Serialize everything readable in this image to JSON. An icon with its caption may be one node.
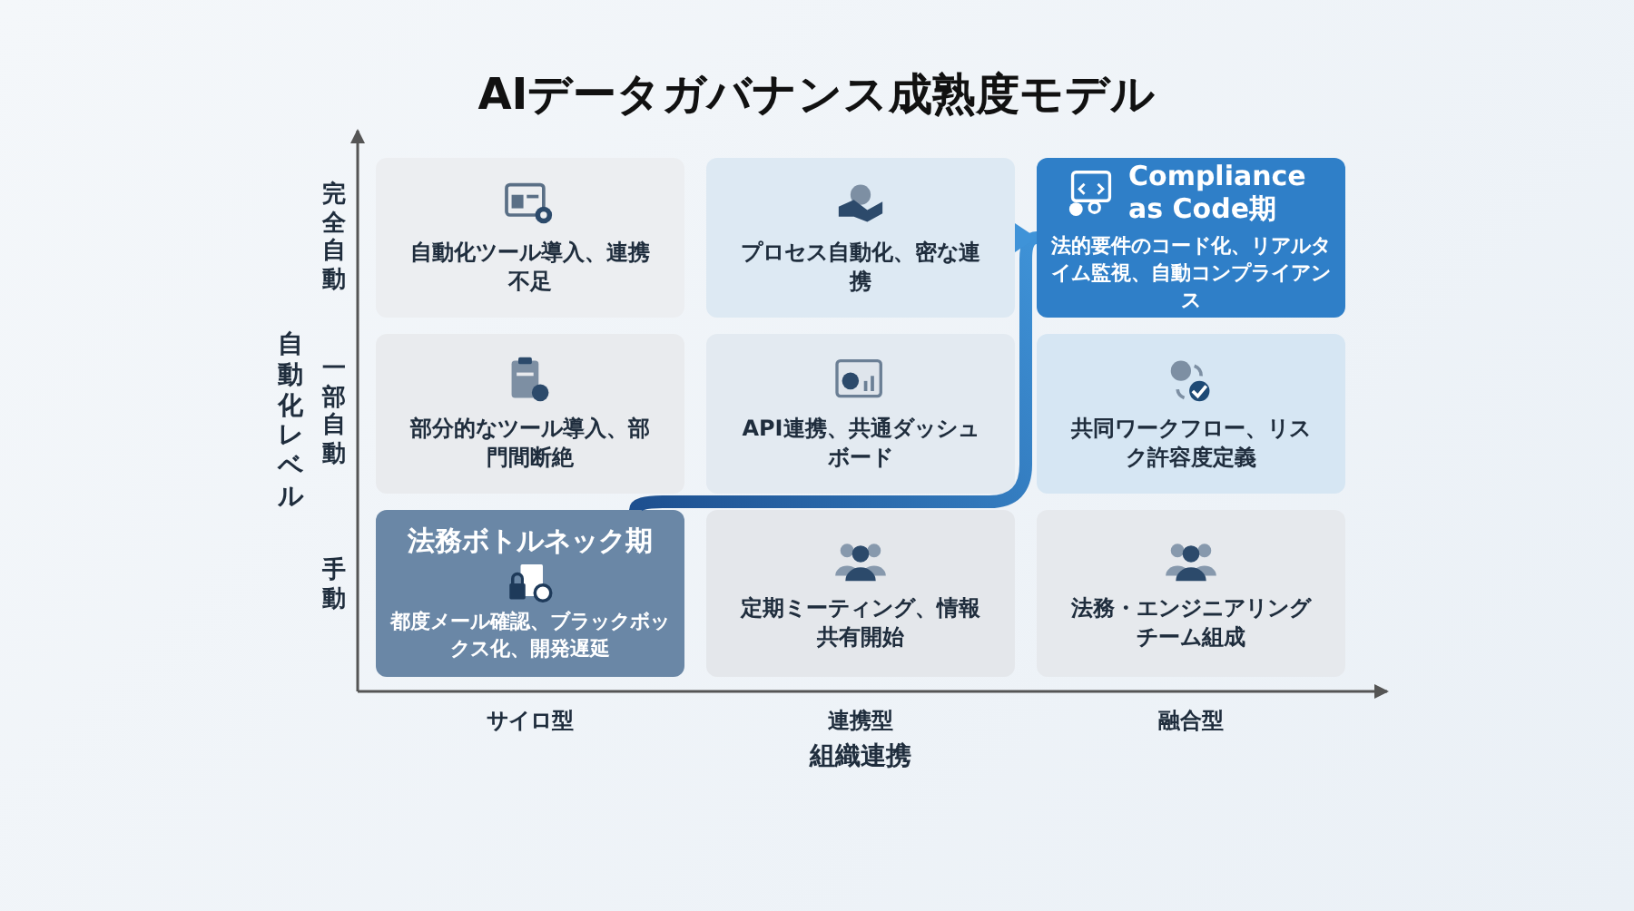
{
  "diagram": {
    "title": "AIデータガバナンス成熟度モデル",
    "nodes": [
      {
        "text": [
          "自動化ツール導入、連携不足"
        ]
      },
      {
        "text": [
          "プロセス自動化、密な連携"
        ]
      },
      {
        "text": [
          "Compliance as Code期",
          "法的要件のコード化、リアルタイム監視、自動コンプライアンス"
        ]
      },
      {
        "text": [
          "部分的なツール導入、部門間断絶"
        ]
      },
      {
        "text": [
          "API連携、共通ダッシュボード"
        ]
      },
      {
        "text": [
          "共同ワークフロー、リスク許容度定義"
        ]
      },
      {
        "text": [
          "法務ボトルネック期",
          "都度メール確認、ブラックボックス化、開発遅延"
        ]
      },
      {
        "text": [
          "定期ミーティング、情報共有開始"
        ]
      },
      {
        "text": [
          "法務・エンジニアリングチーム組成"
        ]
      }
    ],
    "edges": [
      {
        "from": 6,
        "to": 2,
        "arrow": "to",
        "style": "thick"
      }
    ],
    "labels": [
      "完全自動",
      "自動化レベル",
      "一部自動",
      "手動",
      "サイロ型",
      "連携型",
      "融合型",
      "組織連携"
    ]
  }
}
